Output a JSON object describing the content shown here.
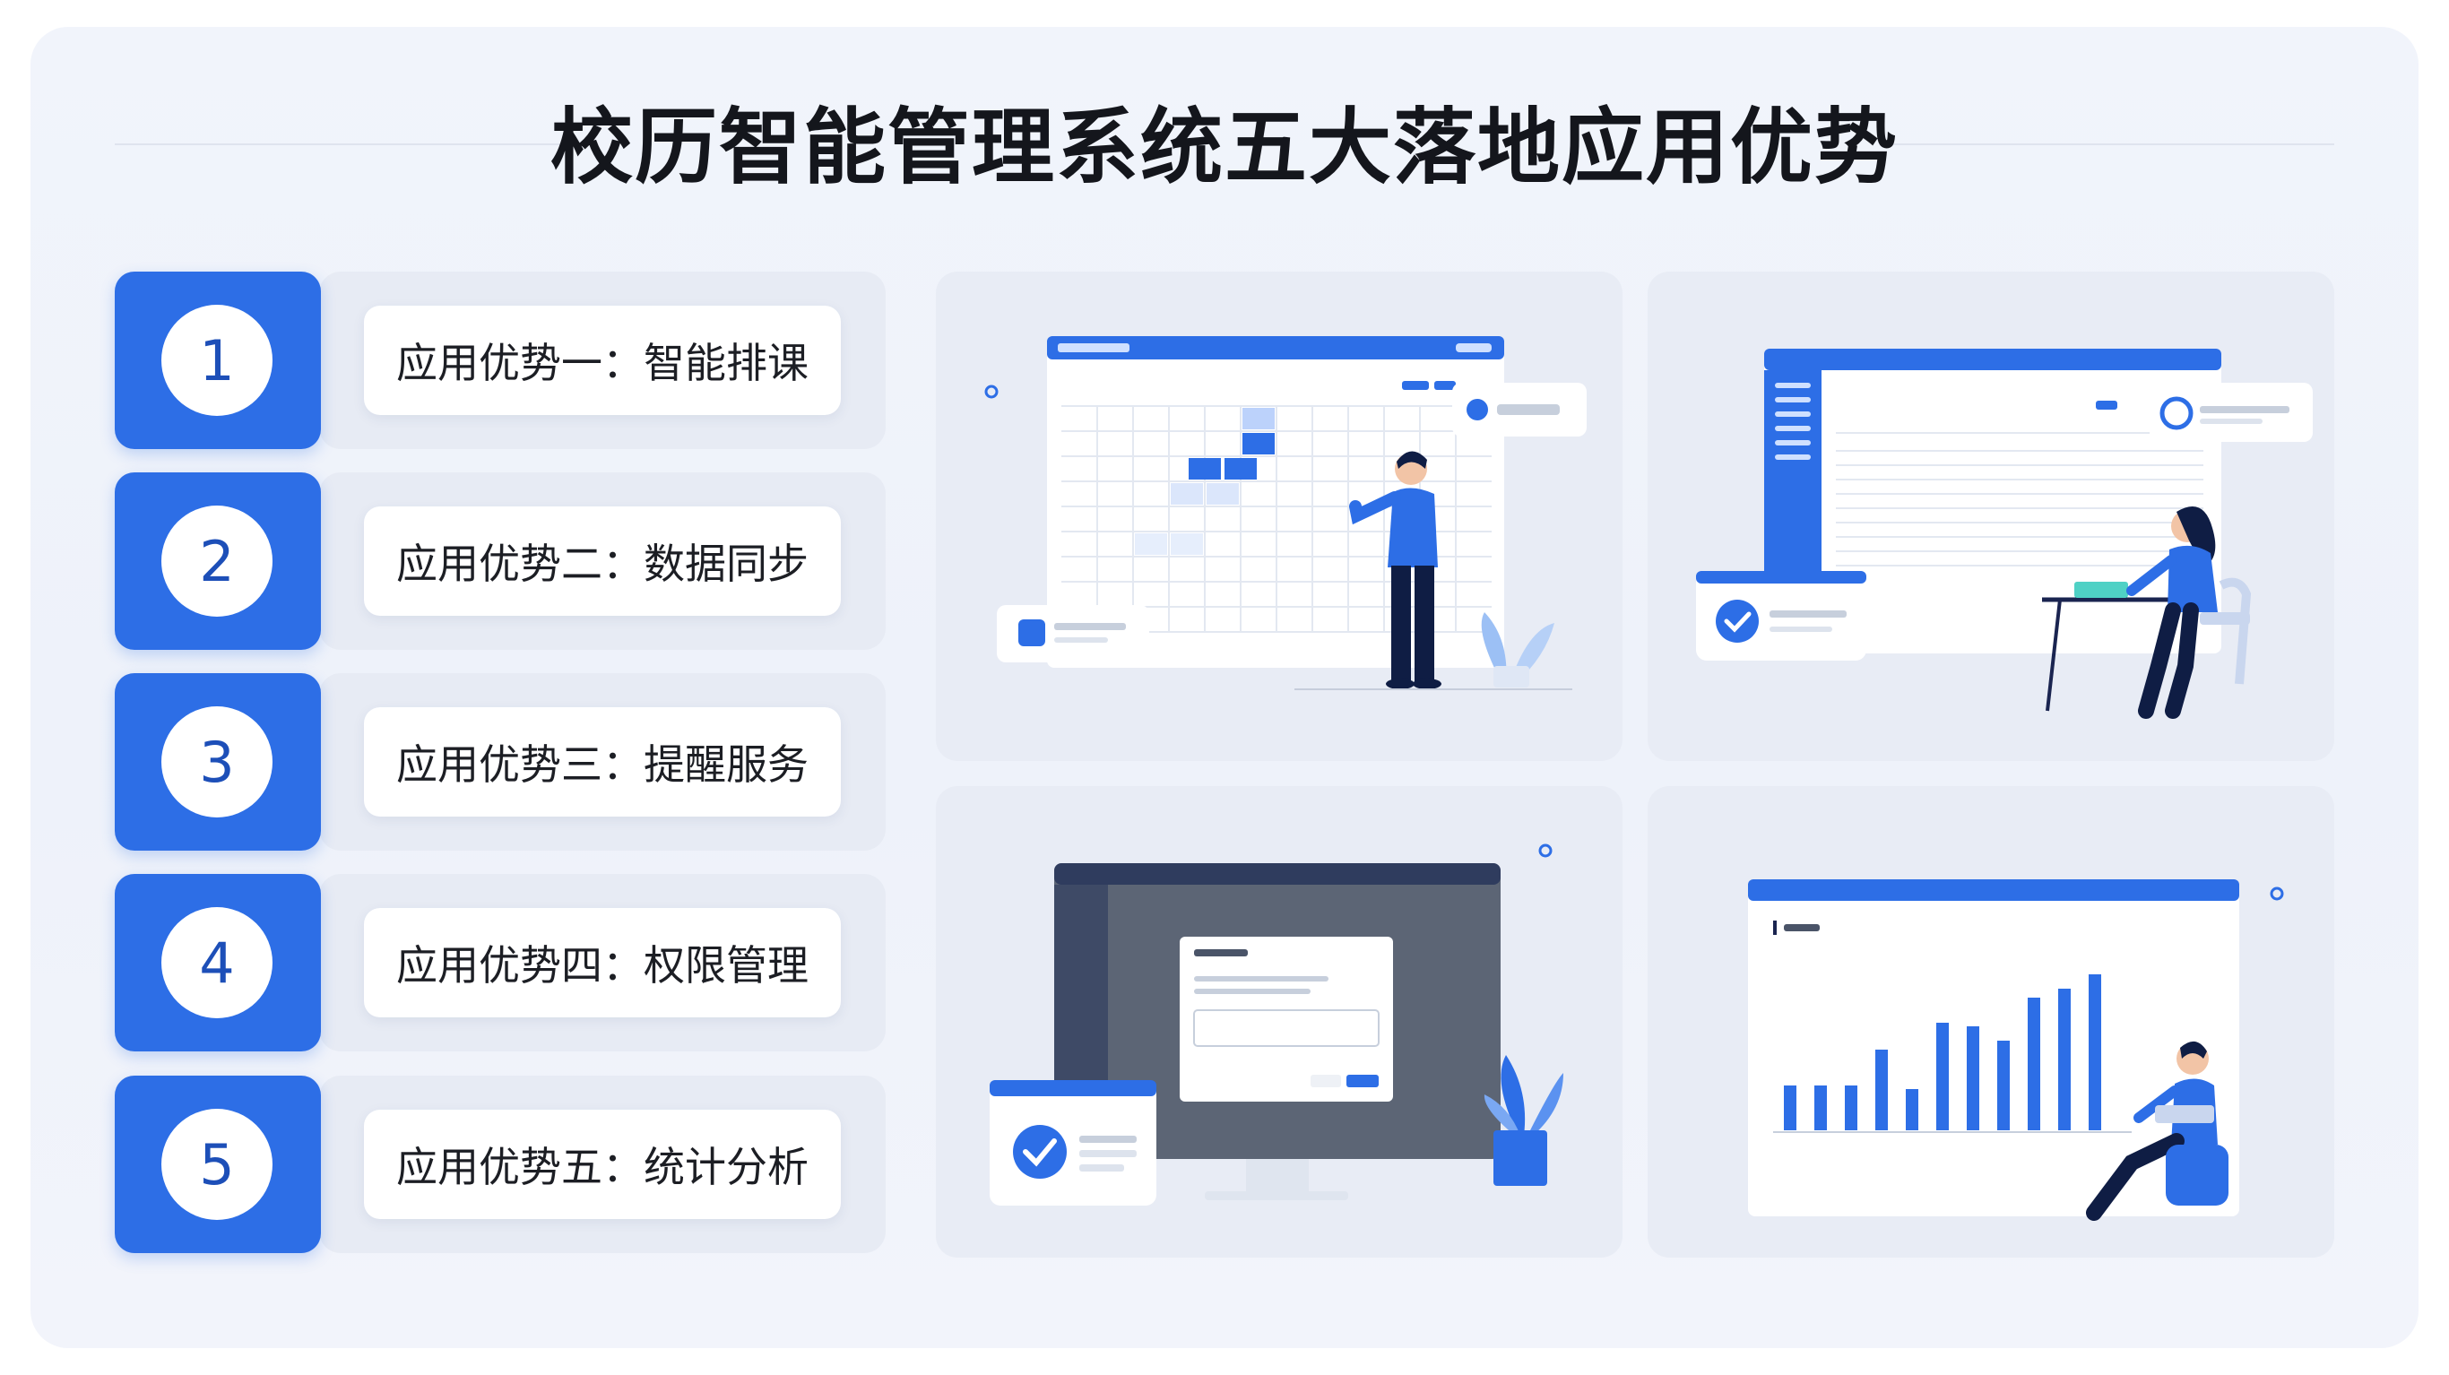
{
  "title": "校历智能管理系统五大落地应用优势",
  "colors": {
    "accent": "#2d6ee6",
    "accent_dark": "#1d4fb8",
    "panel_bg": "#eef2fa"
  },
  "advantages": [
    {
      "number": "1",
      "label": "应用优势一：智能排课"
    },
    {
      "number": "2",
      "label": "应用优势二：数据同步"
    },
    {
      "number": "3",
      "label": "应用优势三：提醒服务"
    },
    {
      "number": "4",
      "label": "应用优势四：权限管理"
    },
    {
      "number": "5",
      "label": "应用优势五：统计分析"
    }
  ],
  "illustrations": [
    {
      "icon": "schedule-grid-illustration"
    },
    {
      "icon": "data-sync-illustration"
    },
    {
      "icon": "reminder-dialog-illustration"
    },
    {
      "icon": "statistics-bar-chart-illustration"
    }
  ]
}
